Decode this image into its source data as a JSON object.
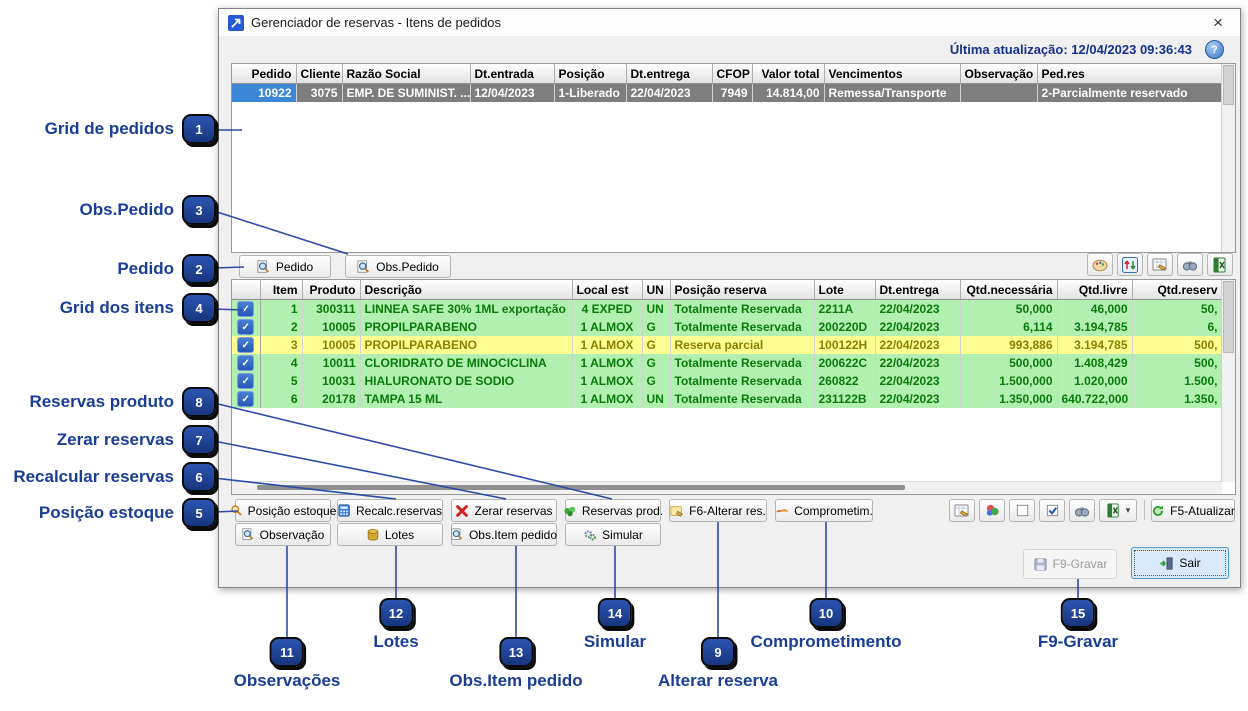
{
  "window": {
    "title": "Gerenciador de reservas - Itens de pedidos",
    "close_glyph": "×",
    "help_glyph": "?",
    "last_update": "Última atualização: 12/04/2023 09:36:43"
  },
  "orders_grid": {
    "headers": [
      "Pedido",
      "Cliente",
      "Razão Social",
      "Dt.entrada",
      "Posição",
      "Dt.entrega",
      "CFOP",
      "Valor total",
      "Vencimentos",
      "Observação",
      "Ped.res"
    ],
    "row": {
      "pedido": "10922",
      "cliente": "3075",
      "razao_social": "EMP. DE SUMINIST. ...",
      "dt_entrada": "12/04/2023",
      "posicao": "1-Liberado",
      "dt_entrega": "22/04/2023",
      "cfop": "7949",
      "valor_total": "14.814,00",
      "vencimentos": "Remessa/Transporte",
      "observacao": "",
      "ped_res": "2-Parcialmente reservado"
    }
  },
  "tabs": {
    "pedido": "Pedido",
    "obs_pedido": "Obs.Pedido"
  },
  "items_grid": {
    "headers": [
      "Item",
      "Produto",
      "Descrição",
      "Local est",
      "UN",
      "Posição reserva",
      "Lote",
      "Dt.entrega",
      "Qtd.necessária",
      "Qtd.livre",
      "Qtd.reserv"
    ],
    "check_glyph": "✓",
    "rows": [
      {
        "item": "1",
        "produto": "300311",
        "descricao": "LINNEA SAFE 30% 1ML exportação",
        "local_est": "4 EXPED",
        "un": "UN",
        "posicao_reserva": "Totalmente Reservada",
        "lote": "2211A",
        "dt_entrega": "22/04/2023",
        "qtd_necessaria": "50,000",
        "qtd_livre": "46,000",
        "qtd_reservada": "50,"
      },
      {
        "item": "2",
        "produto": "10005",
        "descricao": "PROPILPARABENO",
        "local_est": "1 ALMOX",
        "un": "G",
        "posicao_reserva": "Totalmente Reservada",
        "lote": "200220D",
        "dt_entrega": "22/04/2023",
        "qtd_necessaria": "6,114",
        "qtd_livre": "3.194,785",
        "qtd_reservada": "6,"
      },
      {
        "item": "3",
        "produto": "10005",
        "descricao": "PROPILPARABENO",
        "local_est": "1 ALMOX",
        "un": "G",
        "posicao_reserva": "Reserva parcial",
        "lote": "100122H",
        "dt_entrega": "22/04/2023",
        "qtd_necessaria": "993,886",
        "qtd_livre": "3.194,785",
        "qtd_reservada": "500,"
      },
      {
        "item": "4",
        "produto": "10011",
        "descricao": "CLORIDRATO DE MINOCICLINA",
        "local_est": "1 ALMOX",
        "un": "G",
        "posicao_reserva": "Totalmente Reservada",
        "lote": "200622C",
        "dt_entrega": "22/04/2023",
        "qtd_necessaria": "500,000",
        "qtd_livre": "1.408,429",
        "qtd_reservada": "500,"
      },
      {
        "item": "5",
        "produto": "10031",
        "descricao": "HIALURONATO DE SODIO",
        "local_est": "1 ALMOX",
        "un": "G",
        "posicao_reserva": "Totalmente Reservada",
        "lote": "260822",
        "dt_entrega": "22/04/2023",
        "qtd_necessaria": "1.500,000",
        "qtd_livre": "1.020,000",
        "qtd_reservada": "1.500,"
      },
      {
        "item": "6",
        "produto": "20178",
        "descricao": "TAMPA 15 ML",
        "local_est": "1 ALMOX",
        "un": "UN",
        "posicao_reserva": "Totalmente Reservada",
        "lote": "231122B",
        "dt_entrega": "22/04/2023",
        "qtd_necessaria": "1.350,000",
        "qtd_livre": "640.722,000",
        "qtd_reservada": "1.350,"
      }
    ]
  },
  "toolbar1": {
    "posicao_estoque": "Posição estoque",
    "recalc_reservas": "Recalc.reservas",
    "zerar_reservas": "Zerar reservas",
    "reservas_prod": "Reservas prod.",
    "f6_alterar": "F6-Alterar res.",
    "comprometim": "Comprometim.",
    "dropdown_caret": "▾",
    "f5_atualizar": "F5-Atualizar"
  },
  "toolbar2": {
    "observacao": "Observação",
    "lotes": "Lotes",
    "obs_item_pedido": "Obs.Item pedido",
    "simular": "Simular"
  },
  "footer": {
    "f9_gravar": "F9-Gravar",
    "sair": "Sair"
  },
  "annotations": {
    "left": [
      {
        "num": "1",
        "label": "Grid de pedidos"
      },
      {
        "num": "3",
        "label": "Obs.Pedido"
      },
      {
        "num": "2",
        "label": "Pedido"
      },
      {
        "num": "4",
        "label": "Grid dos itens"
      },
      {
        "num": "8",
        "label": "Reservas produto"
      },
      {
        "num": "7",
        "label": "Zerar reservas"
      },
      {
        "num": "6",
        "label": "Recalcular reservas"
      },
      {
        "num": "5",
        "label": "Posição estoque"
      }
    ],
    "bottom": [
      {
        "num": "11",
        "label": "Observações"
      },
      {
        "num": "12",
        "label": "Lotes"
      },
      {
        "num": "13",
        "label": "Obs.Item pedido"
      },
      {
        "num": "14",
        "label": "Simular"
      },
      {
        "num": "9",
        "label": "Alterar reserva"
      },
      {
        "num": "10",
        "label": "Comprometimento"
      },
      {
        "num": "15",
        "label": "F9-Gravar"
      }
    ]
  },
  "icons": {
    "app-icon": "blue-arrow-logo",
    "help-icon": "question-sphere",
    "close-icon": "×",
    "magnifier-icon": "magnifier",
    "calculator-icon": "calculator",
    "red-x-icon": "red-x",
    "plant-icon": "green-plant",
    "note-hand-icon": "note-hand",
    "hands-icon": "orange-hands",
    "palette-icon": "palette",
    "sort-icon": "up-down-arrows",
    "grid-hand-icon": "grid-hand",
    "binoculars-icon": "binoculars",
    "excel-icon": "excel-export",
    "balls-icon": "colored-balls",
    "checkbox-empty-icon": "checkbox-empty",
    "checkbox-checked-icon": "checkbox-checked",
    "refresh-icon": "green-refresh",
    "floppy-icon": "floppy-disk",
    "exit-icon": "exit-door",
    "barrel-icon": "gold-barrel",
    "gears-icon": "gears"
  },
  "colors": {
    "annotation_blue": "#1a3e96",
    "row_green": "#b2f0b2",
    "row_yellow": "#ffff94",
    "selected_gray": "#7e7e7e",
    "selected_blue": "#3c86d8",
    "update_text": "#15318e"
  }
}
